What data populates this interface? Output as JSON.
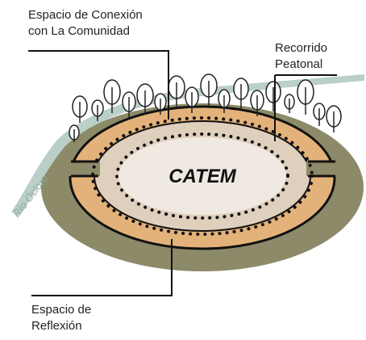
{
  "diagram": {
    "center_label": "CATEM",
    "river_label": "Río Ocloro",
    "labels": {
      "conexion": [
        "Espacio de Conexión",
        "con La Comunidad"
      ],
      "recorrido": [
        "Recorrido",
        "Peatonal"
      ],
      "reflexion": [
        "Espacio de",
        "Reflexión"
      ]
    },
    "colors": {
      "outer_ground": "#8c8a68",
      "river": "#b9cfc8",
      "ring": "#e3b27a",
      "path_ring": "#dfcfbd",
      "core": "#f0e9e1",
      "dots": "#111111"
    }
  }
}
